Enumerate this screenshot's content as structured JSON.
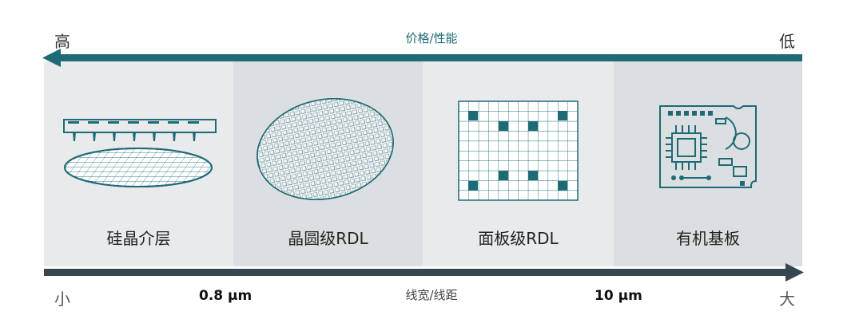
{
  "top_axis": {
    "left_label": "高",
    "title": "价格/性能",
    "right_label": "低",
    "color": "#1e6b76"
  },
  "bottom_axis": {
    "left_label": "小",
    "title": "线宽/线距",
    "right_label": "大",
    "marker_1": "0.8 μm",
    "marker_2": "10 μm",
    "color": "#37474f"
  },
  "panels": [
    {
      "label": "硅晶介层",
      "icon": "silicon-interposer-icon",
      "bg": "#e8eaec"
    },
    {
      "label": "晶圆级RDL",
      "icon": "wafer-rdl-icon",
      "bg": "#dcdfe2"
    },
    {
      "label": "面板级RDL",
      "icon": "panel-rdl-icon",
      "bg": "#e8eaec"
    },
    {
      "label": "有机基板",
      "icon": "organic-substrate-icon",
      "bg": "#dcdfe2"
    }
  ],
  "accent": "#1e6b76"
}
